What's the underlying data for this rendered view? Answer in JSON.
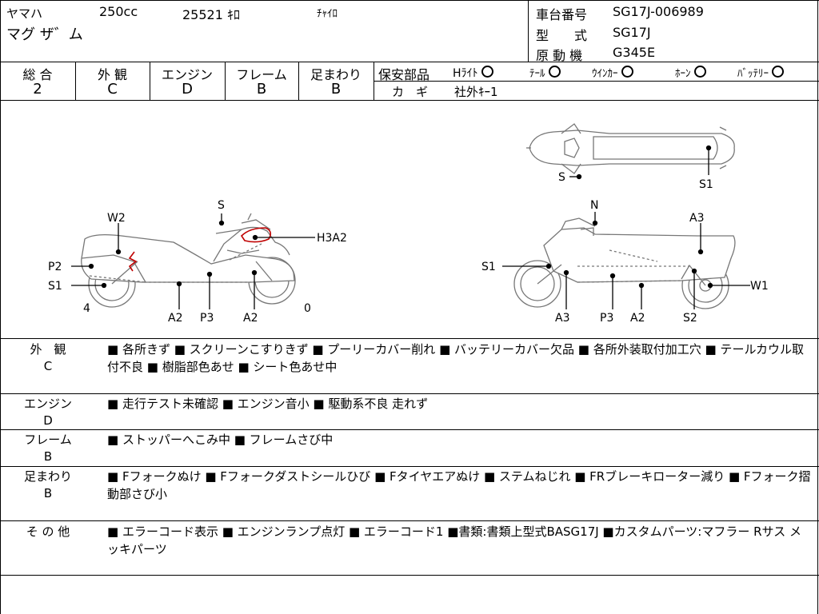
{
  "header": {
    "maker": "ヤマハ",
    "displacement": "250cc",
    "mileage": "25521 ｷﾛ",
    "color": "ﾁｬｲﾛ",
    "model_name": "マグ ザ゛ム",
    "frame_label": "車台番号",
    "frame_value": "SG17J-006989",
    "type_label": "型　　式",
    "type_value": "SG17J",
    "engine_label": "原 動 機",
    "engine_value": "G345E"
  },
  "grades": {
    "total_label": "総 合",
    "total_value": "2",
    "exterior_label": "外 観",
    "exterior_value": "C",
    "engine_label": "エンジン",
    "engine_value": "D",
    "frame_label": "フレーム",
    "frame_value": "B",
    "suspension_label": "足まわり",
    "suspension_value": "B"
  },
  "safety": {
    "label": "保安部品",
    "headlight": "Hﾗｲﾄ",
    "tail": "ﾃｰﾙ",
    "winker": "ｳｲﾝｶｰ",
    "horn": "ﾎｰﾝ",
    "battery": "ﾊﾞｯﾃﾘｰ",
    "key_label": "カ　ギ",
    "key_value": "社外ｷｰ1"
  },
  "diagram": {
    "left_labels": {
      "w2": "W2",
      "s": "S",
      "h3a2": "H3A2",
      "p2": "P2",
      "s1": "S1",
      "four": "4",
      "zero": "0",
      "a2a": "A2",
      "p3": "P3",
      "a2b": "A2"
    },
    "right_labels": {
      "n": "N",
      "a3": "A3",
      "s1": "S1",
      "w1": "W1",
      "a3b": "A3",
      "p3": "P3",
      "a2": "A2",
      "s2": "S2"
    },
    "top_labels": {
      "s": "S",
      "s1": "S1"
    }
  },
  "remarks": {
    "exterior_label": "外　観",
    "exterior_grade": "C",
    "exterior_text": "■ 各所きず ■ スクリーンこすりきず ■ プーリーカバー削れ ■ バッテリーカバー欠品 ■ 各所外装取付加工穴 ■ テールカウル取付不良 ■ 樹脂部色あせ ■ シート色あせ中",
    "engine_label": "エンジン",
    "engine_grade": "D",
    "engine_text": "■ 走行テスト未確認 ■ エンジン音小 ■ 駆動系不良 走れず",
    "frame_label": "フレーム",
    "frame_grade": "B",
    "frame_text": "■ ストッパーへこみ中 ■ フレームさび中",
    "suspension_label": "足まわり",
    "suspension_grade": "B",
    "suspension_text": "■ Fフォークぬけ ■ Fフォークダストシールひび ■ Fタイヤエアぬけ ■ ステムねじれ ■ FRブレーキローター減り ■ Fフォーク摺動部さび小",
    "other_label": "そ の 他",
    "other_text": "■ エラーコード表示 ■ エンジンランプ点灯 ■ エラーコード1 ■書類:書類上型式BASG17J ■カスタムパーツ:マフラー Rサス メッキパーツ"
  }
}
